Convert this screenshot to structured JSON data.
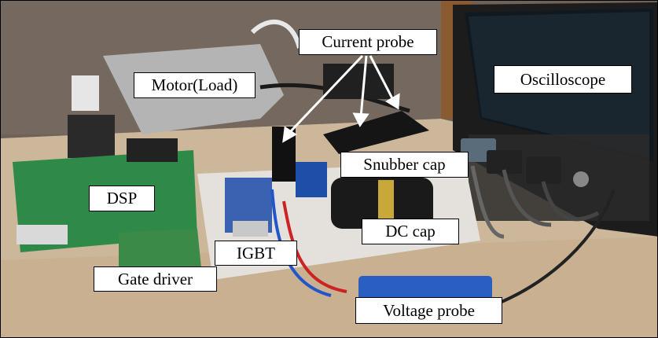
{
  "labels": {
    "current_probe": "Current probe",
    "oscilloscope": "Oscilloscope",
    "motor_load": "Motor(Load)",
    "snubber_cap": "Snubber cap",
    "dsp": "DSP",
    "dc_cap": "DC cap",
    "igbt": "IGBT",
    "gate_driver": "Gate driver",
    "voltage_probe": "Voltage probe"
  },
  "colors": {
    "floor": "#6e6258",
    "table": "#cdb79a",
    "pcb_green": "#2f8a4a",
    "oscilloscope_body": "#1c1c1c",
    "label_border": "#000000",
    "arrow": "#ffffff"
  }
}
